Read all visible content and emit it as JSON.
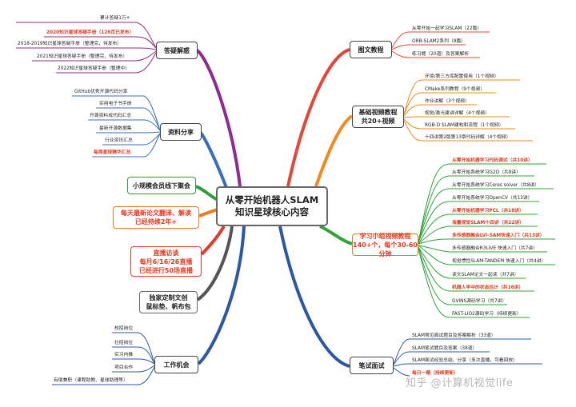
{
  "center": {
    "line1": "从零开始机器人SLAM",
    "line2": "知识星球核心内容"
  },
  "left_topics": {
    "qa": {
      "label": "答疑解惑",
      "items": [
        {
          "text": "累计答疑1万+",
          "highlight": false
        },
        {
          "text": "2020知识星球答疑手册（126页已发布）",
          "highlight": true
        },
        {
          "text": "2018-2019知识星球答疑手册（整理完，待发布）",
          "highlight": false
        },
        {
          "text": "2021知识星球答疑手册（整理完，待发布）",
          "highlight": false
        },
        {
          "text": "2022知识星球答疑手册（整理中）",
          "highlight": false
        }
      ]
    },
    "resources": {
      "label": "资料分享",
      "items": [
        {
          "text": "GitHub优秀开源代码分享",
          "highlight": false
        },
        {
          "text": "实用电子书手册",
          "highlight": false
        },
        {
          "text": "开源资料成代码汇总",
          "highlight": false
        },
        {
          "text": "最新开源数据集",
          "highlight": false
        },
        {
          "text": "行业资讯汇总",
          "highlight": false
        },
        {
          "text": "每周星球精华汇总",
          "highlight": true
        }
      ]
    },
    "meetup": {
      "label": "小规模会员线下聚会"
    },
    "papers": {
      "line1": "每天最新论文翻译、解读",
      "line2": "已经持续2年+"
    },
    "live": {
      "line1": "直播访谈",
      "line2": "每月6/16/26直播",
      "line3": "已经进行50场直播"
    },
    "merch": {
      "line1": "独家定制文创",
      "line2": "鼠标垫、帆布包"
    },
    "jobs": {
      "label": "工作机会",
      "items": [
        {
          "text": "校招岗位",
          "highlight": false
        },
        {
          "text": "社招岗位",
          "highlight": false
        },
        {
          "text": "实习内推",
          "highlight": false
        },
        {
          "text": "项目合作",
          "highlight": false
        },
        {
          "text": "有偿兼职（课程助教、星球助理等）",
          "highlight": false
        }
      ]
    }
  },
  "right_topics": {
    "tutorials": {
      "label": "图文教程",
      "items": [
        {
          "text": "从零开始一起学习SLAM（22篇）",
          "highlight": false
        },
        {
          "text": "ORB-SLAM2系列（9篇）",
          "highlight": false
        },
        {
          "text": "练习题（20道）及答案解析",
          "highlight": false
        }
      ]
    },
    "basic_videos": {
      "line1": "基础视频教程",
      "line2": "共20+视频",
      "items": [
        {
          "text": "环境/第三方库配置使用（1个视频）",
          "highlight": false
        },
        {
          "text": "CMake系列教程（9个视频）",
          "highlight": false
        },
        {
          "text": "作业讲解（3个视频）",
          "highlight": false
        },
        {
          "text": "视觉/激光建讲详解（4个视频）",
          "highlight": false
        },
        {
          "text": "RGB-D SLAM建构和流程（1个视频）",
          "highlight": false
        },
        {
          "text": "十四讲第2版第13章代码详解（4个视频）",
          "highlight": false
        }
      ]
    },
    "group_videos": {
      "line1": "学习小组视频教程",
      "line2": "140+个，每个30-60分钟",
      "items": [
        {
          "text": "从零开始机器学习代码调试（共10讲）",
          "highlight": true
        },
        {
          "text": "从零开始系统学习G2O（共8讲）",
          "highlight": false
        },
        {
          "text": "从零开始系统学习Ceres solver（共8讲）",
          "highlight": false
        },
        {
          "text": "从零开始系统学习OpenCV（共13讲）",
          "highlight": false
        },
        {
          "text": "从零开始机器学习PCL（共18讲）",
          "highlight": true
        },
        {
          "text": "海量视觉SLAM十四讲（共22讲）",
          "highlight": true
        },
        {
          "text": "多传感器融合LVI-SAM快速入门（共13讲）",
          "highlight": true
        },
        {
          "text": "多传感器融合R3LIVE 快速入门（共7讲）",
          "highlight": false
        },
        {
          "text": "视觉惯性SLAM-TANDEM 快速入门（共4讲）",
          "highlight": false
        },
        {
          "text": "读文SLAM论文一起读（共7讲）",
          "highlight": false
        },
        {
          "text": "机器人学中的状态估计（共16讲）",
          "highlight": true
        },
        {
          "text": "GVINS源码学习（共7讲）",
          "highlight": false
        },
        {
          "text": "FAST-LIO2源码学习（持续更新）",
          "highlight": false
        }
      ]
    },
    "interview": {
      "label": "笔试面试",
      "items": [
        {
          "text": "SLAM常见面试题目及答案解析（33道）",
          "highlight": false
        },
        {
          "text": "SLAM笔试题目及答案（38道）",
          "highlight": false
        },
        {
          "text": "SLAM面试经验总结、分享（多次直播，可看回放）",
          "highlight": false
        },
        {
          "text": "每日一题（持续更新）",
          "highlight": true
        }
      ]
    }
  },
  "watermark": "知乎 @计算机视觉life",
  "colors": {
    "qa": "#8e2b8e",
    "resources": "#3a6fb5",
    "meetup": "#2e9e3c",
    "papers": "#ef7a1a",
    "live": "#e23a2a",
    "merch": "#555555",
    "jobs": "#2c58a0",
    "tutorials": "#e2463a",
    "basic_videos": "#ef8a1e",
    "group_videos": "#2ea43a",
    "interview": "#2c58a0",
    "highlight": "#e53a1e"
  }
}
